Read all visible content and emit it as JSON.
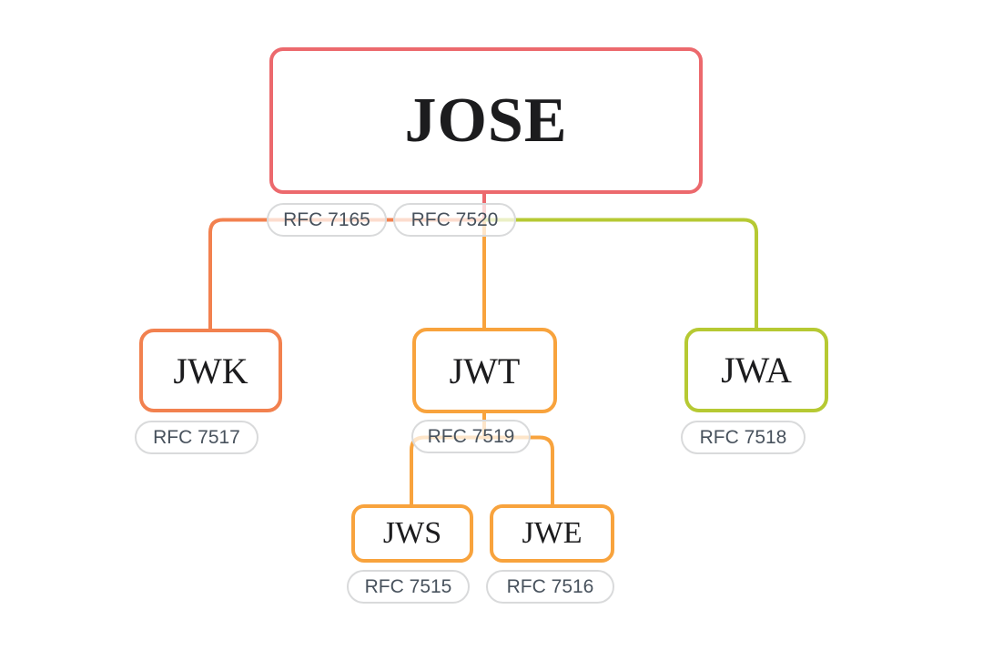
{
  "diagram_title": "JOSE",
  "colors": {
    "salmon": "#ec696d",
    "coral": "#f2814f",
    "amber": "#f8a33d",
    "green": "#b6c933"
  },
  "nodes": {
    "jose": {
      "label": "JOSE"
    },
    "jwk": {
      "label": "JWK"
    },
    "jwt": {
      "label": "JWT"
    },
    "jwa": {
      "label": "JWA"
    },
    "jws": {
      "label": "JWS"
    },
    "jwe": {
      "label": "JWE"
    }
  },
  "pills": {
    "rfc7165": {
      "label": "RFC 7165"
    },
    "rfc7520": {
      "label": "RFC 7520"
    },
    "rfc7517": {
      "label": "RFC 7517"
    },
    "rfc7519": {
      "label": "RFC 7519"
    },
    "rfc7518": {
      "label": "RFC 7518"
    },
    "rfc7515": {
      "label": "RFC 7515"
    },
    "rfc7516": {
      "label": "RFC 7516"
    }
  },
  "edges": [
    {
      "from": "JOSE",
      "to": "JWK"
    },
    {
      "from": "JOSE",
      "to": "JWT"
    },
    {
      "from": "JOSE",
      "to": "JWA"
    },
    {
      "from": "JWT",
      "to": "JWS"
    },
    {
      "from": "JWT",
      "to": "JWE"
    }
  ]
}
